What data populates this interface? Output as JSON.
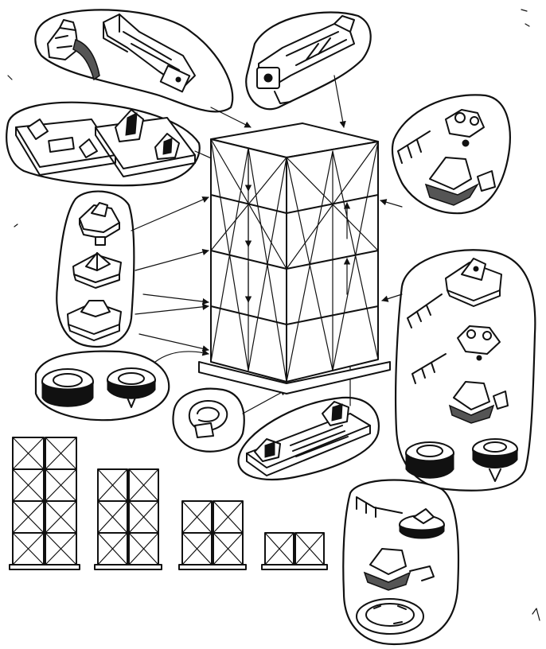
{
  "diagram": {
    "colors": {
      "ink": "#111111",
      "paper": "#ffffff",
      "shade": "#555555"
    },
    "main_stack": {
      "tiers": 4,
      "has_pallet_base": true
    },
    "stack_variants": [
      {
        "tiers": 4,
        "columns": 2
      },
      {
        "tiers": 3,
        "columns": 2
      },
      {
        "tiers": 2,
        "columns": 2
      },
      {
        "tiers": 1,
        "columns": 2
      }
    ],
    "callout_groups": [
      {
        "id": "bridge-clamps",
        "icons": [
          "twist-clamp-icon",
          "bridge-fitting-icon"
        ]
      },
      {
        "id": "turnbuckle-lashing",
        "icons": [
          "turnbuckle-icon"
        ]
      },
      {
        "id": "stacking-plates",
        "icons": [
          "double-cone-plate-icon",
          "single-cone-plate-icon"
        ]
      },
      {
        "id": "stacking-cones",
        "icons": [
          "pin-cone-icon",
          "pyramid-cone-icon",
          "flat-cone-icon"
        ]
      },
      {
        "id": "twistlocks-right-upper",
        "icons": [
          "hook-key-icon",
          "twistlock-handle-icon"
        ]
      },
      {
        "id": "deck-sockets",
        "icons": [
          "round-socket-icon",
          "round-socket-icon"
        ]
      },
      {
        "id": "d-ring",
        "icons": [
          "d-ring-icon"
        ]
      },
      {
        "id": "base-plate",
        "icons": [
          "double-cone-base-plate-icon"
        ]
      },
      {
        "id": "twistlocks-right-lower",
        "icons": [
          "hook-key-icon",
          "semi-auto-twistlock-icon",
          "hook-key-icon",
          "ear-twistlock-icon",
          "handle-twistlock-icon",
          "round-socket-icon",
          "round-socket-icon"
        ]
      },
      {
        "id": "bottom-right-fittings",
        "icons": [
          "hook-key-icon",
          "slotted-disc-icon",
          "twistlock-handle-icon",
          "ring-plate-icon"
        ]
      }
    ]
  }
}
